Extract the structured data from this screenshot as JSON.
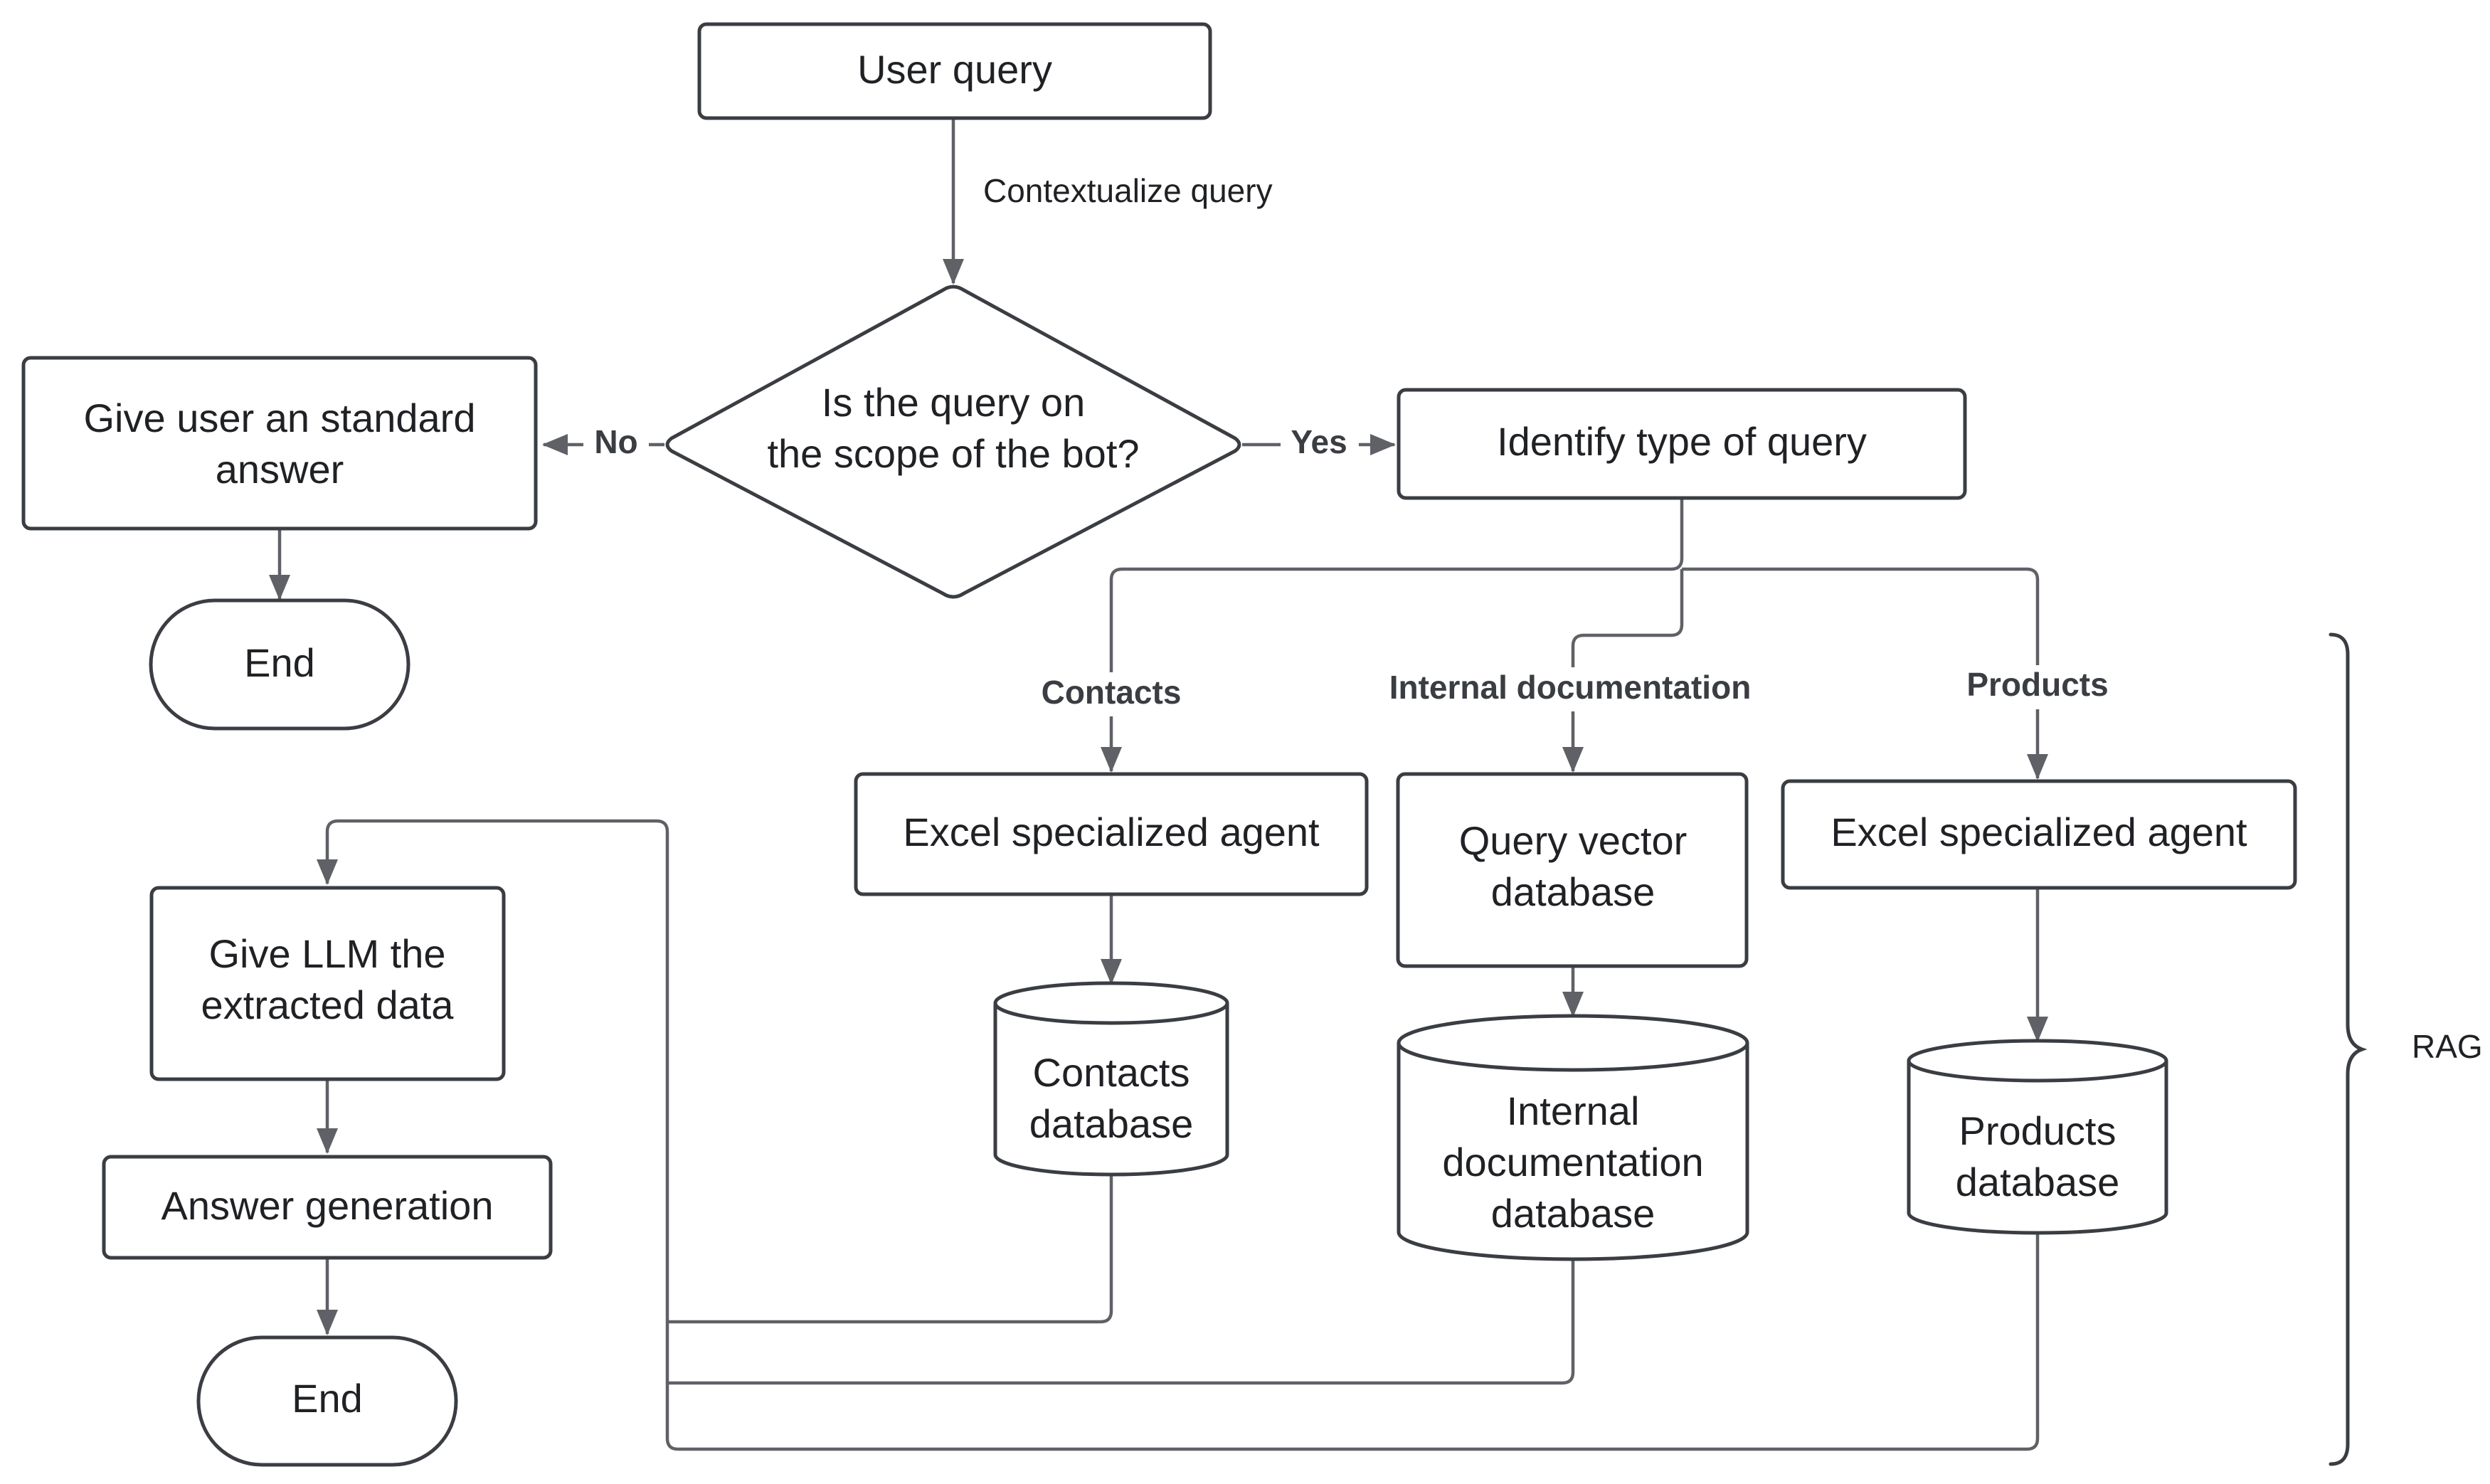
{
  "nodes": {
    "user_query": "User query",
    "scope_decision": [
      "Is the query on",
      "the scope of the bot?"
    ],
    "standard_answer": [
      "Give user an standard",
      "answer"
    ],
    "end_top": "End",
    "identify_type": "Identify type of query",
    "contacts_agent": "Excel specialized agent",
    "query_vector": [
      "Query vector",
      "database"
    ],
    "products_agent": "Excel specialized agent",
    "contacts_db": [
      "Contacts",
      "database"
    ],
    "internal_db": [
      "Internal",
      "documentation",
      "database"
    ],
    "products_db": [
      "Products",
      "database"
    ],
    "give_llm": [
      "Give LLM the",
      "extracted  data"
    ],
    "answer_generation": "Answer generation",
    "end_bottom": "End"
  },
  "edges": {
    "contextualize": "Contextualize query",
    "no": "No",
    "yes": "Yes",
    "contacts": "Contacts",
    "internal_documentation": "Internal documentation",
    "products": "Products"
  },
  "group": {
    "label": "RAG"
  }
}
